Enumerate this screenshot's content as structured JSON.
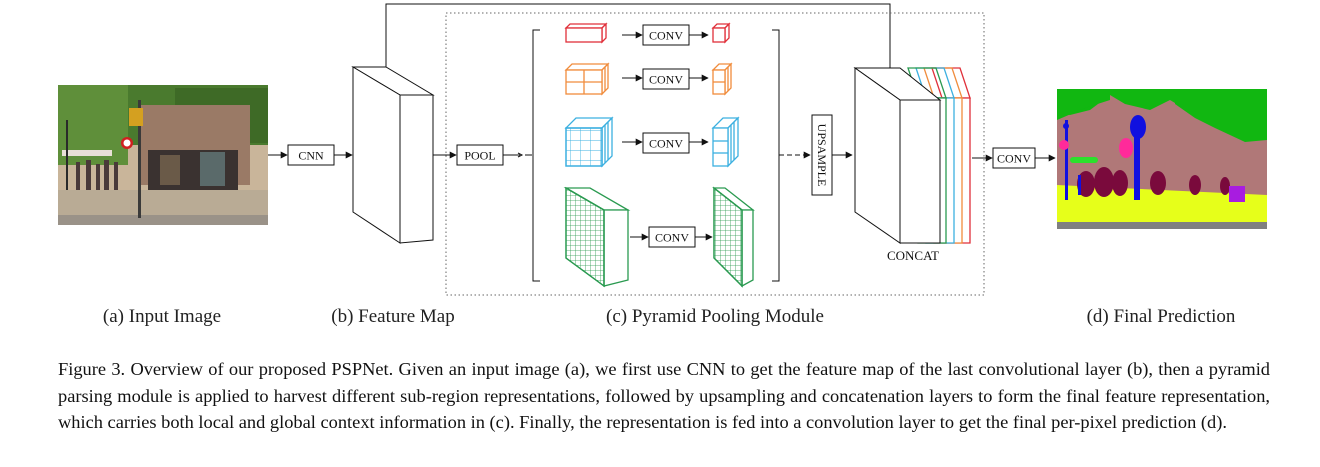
{
  "diagram": {
    "boxes": {
      "cnn": "CNN",
      "pool": "POOL",
      "conv": "CONV",
      "upsample": "UPSAMPLE",
      "concat": "CONCAT"
    },
    "panel_captions": {
      "a": "(a) Input Image",
      "b": "(b) Feature Map",
      "c": "(c) Pyramid Pooling Module",
      "d": "(d) Final Prediction"
    },
    "pyramid_colors": [
      "#e0303a",
      "#f08c3c",
      "#3cb0e0",
      "#2a9a50"
    ],
    "segmentation_colors": {
      "tree": "#11b711",
      "building": "#b07878",
      "road": "#e6ff1a",
      "person": "#7a0a3c",
      "pole": "#1010e0",
      "sign": "#ff2a9a",
      "object": "#a81ce0",
      "sidewalk": "#808080"
    }
  },
  "caption": {
    "label": "Figure 3.",
    "text": "Overview of our proposed PSPNet. Given an input image (a), we first use CNN to get the feature map of the last convolutional layer (b), then a pyramid parsing module is applied to harvest different sub-region representations, followed by upsampling and concatenation layers to form the final feature representation, which carries both local and global context information in (c). Finally, the representation is fed into a convolution layer to get the final per-pixel prediction (d)."
  }
}
